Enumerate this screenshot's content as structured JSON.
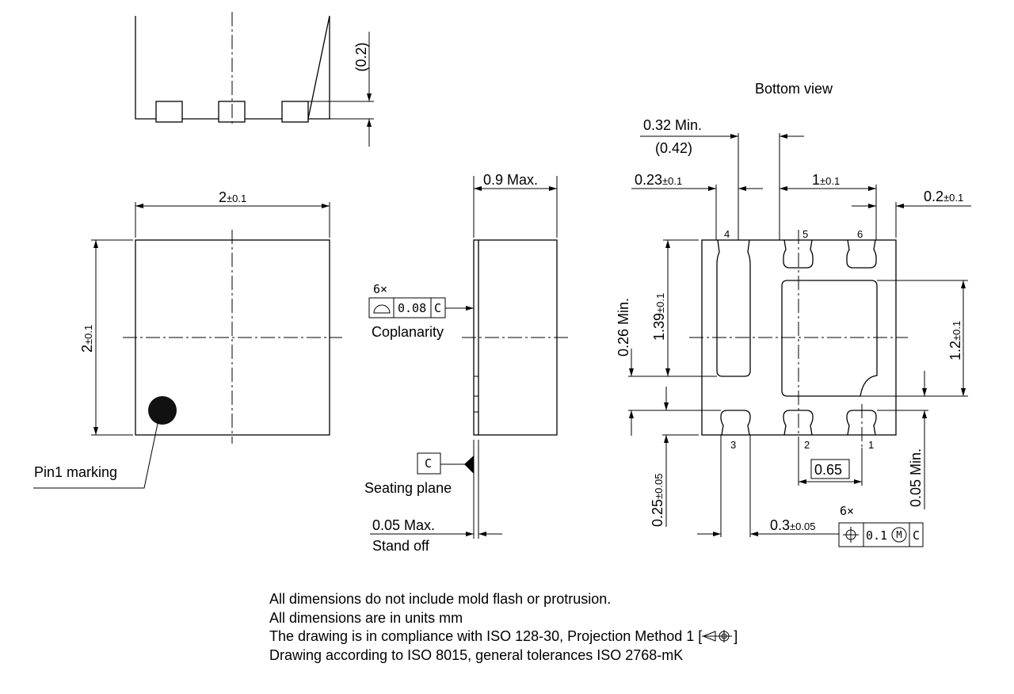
{
  "drawing": {
    "top_view": {
      "height_ref": "(0.2)"
    },
    "front_view": {
      "width": "2",
      "width_tol": "±0.1",
      "height": "2",
      "height_tol": "±0.1",
      "pin1_label": "Pin1 marking"
    },
    "side_view": {
      "thickness": "0.9 Max.",
      "coplanarity_count": "6×",
      "coplanarity_value": "0.08",
      "datum": "C",
      "coplanarity_label": "Coplanarity",
      "seating_plane_label": "Seating plane",
      "standoff_value": "0.05 Max.",
      "standoff_label": "Stand off"
    },
    "bottom_view": {
      "title": "Bottom view",
      "dim_032": "0.32 Min.",
      "dim_042": "(0.42)",
      "dim_023": "0.23",
      "dim_023_tol": "±0.1",
      "dim_1": "1",
      "dim_1_tol": "±0.1",
      "dim_02": "0.2",
      "dim_02_tol": "±0.1",
      "dim_026": "0.26 Min.",
      "dim_139": "1.39",
      "dim_139_tol": "±0.1",
      "dim_12": "1.2",
      "dim_12_tol": "±0.1",
      "dim_025": "0.25",
      "dim_025_tol": "±0.05",
      "dim_005": "0.05 Min.",
      "pitch": "0.65",
      "dim_03": "0.3",
      "dim_03_tol": "±0.05",
      "position_count": "6×",
      "position_value": "0.1",
      "position_modifier": "M",
      "position_datum": "C",
      "pins": [
        "1",
        "2",
        "3",
        "4",
        "5",
        "6"
      ]
    }
  },
  "notes": [
    "All dimensions do not include mold flash or protrusion.",
    "All dimensions are in units mm",
    "The drawing is in compliance with ISO 128-30, Projection Method 1 [",
    "]",
    "Drawing according to ISO 8015, general tolerances ISO 2768-mK"
  ]
}
